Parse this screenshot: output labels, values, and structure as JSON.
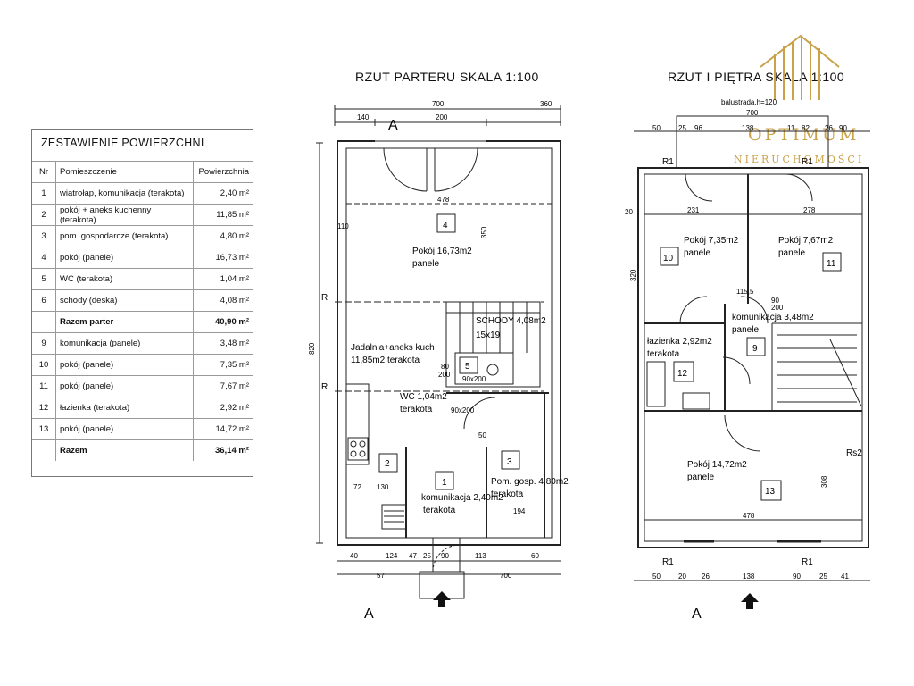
{
  "titles": {
    "ground": "RZUT PARTERU SKALA 1:100",
    "first": "RZUT I PIĘTRA SKALA 1:100"
  },
  "logo": {
    "name": "OPTIMUM",
    "sub": "NIERUCHOMOŚCI",
    "color": "#c9a24a"
  },
  "table": {
    "title": "ZESTAWIENIE POWIERZCHNI",
    "headers": {
      "nr": "Nr",
      "room": "Pomieszczenie",
      "area": "Powierzchnia"
    },
    "ground_rows": [
      {
        "nr": "1",
        "room": "wiatrołap, komunikacja (terakota)",
        "area": "2,40 m²"
      },
      {
        "nr": "2",
        "room": "pokój + aneks kuchenny (terakota)",
        "area": "11,85 m²"
      },
      {
        "nr": "3",
        "room": "pom. gospodarcze (terakota)",
        "area": "4,80 m²"
      },
      {
        "nr": "4",
        "room": "pokój (panele)",
        "area": "16,73 m²"
      },
      {
        "nr": "5",
        "room": "WC (terakota)",
        "area": "1,04 m²"
      },
      {
        "nr": "6",
        "room": "schody (deska)",
        "area": "4,08 m²"
      }
    ],
    "ground_total": {
      "label": "Razem parter",
      "area": "40,90 m²"
    },
    "first_rows": [
      {
        "nr": "9",
        "room": "komunikacja (panele)",
        "area": "3,48 m²"
      },
      {
        "nr": "10",
        "room": "pokój (panele)",
        "area": "7,35 m²"
      },
      {
        "nr": "11",
        "room": "pokój (panele)",
        "area": "7,67 m²"
      },
      {
        "nr": "12",
        "room": "łazienka (terakota)",
        "area": "2,92 m²"
      },
      {
        "nr": "13",
        "room": "pokój (panele)",
        "area": "14,72 m²"
      }
    ],
    "first_total": {
      "label": "Razem",
      "area": "36,14 m²"
    }
  },
  "ground_plan": {
    "rooms": {
      "r4_name": "Pokój 16,73m2",
      "r4_floor": "panele",
      "r4_nr": "4",
      "r2_name": "Jadalnia+aneks kuch",
      "r2_floor": "11,85m2 terakota",
      "r2_nr": "2",
      "r6_name": "SCHODY 4,08m2",
      "r6_steps": "15x19",
      "r5_name": "WC 1,04m2",
      "r5_floor": "terakota",
      "r5_nr": "5",
      "r3_name": "Pom. gosp. 4,80m2",
      "r3_floor": "terakota",
      "r3_nr": "3",
      "r1_name": "komunikacja 2,40m2",
      "r1_floor": "terakota",
      "r1_nr": "1"
    },
    "dims": {
      "top_total": "700",
      "top_a": "140",
      "top_b": "200",
      "top_c": "360",
      "inner_width": "478",
      "left_height": "820",
      "r4_height": "350",
      "d110": "110",
      "d72": "72",
      "d130": "130",
      "d50": "50",
      "d194": "194",
      "door_wc": "90x200",
      "door_wc2": "90x200",
      "d80": "80",
      "d200": "200",
      "bottom_total": "700",
      "b40": "40",
      "b124": "124",
      "b47": "47",
      "b25": "25",
      "b90": "90",
      "b113": "113",
      "b60": "60",
      "b57": "57"
    },
    "marks": {
      "r": "R",
      "section": "A"
    }
  },
  "first_plan": {
    "rooms": {
      "r10_name": "Pokój 7,35m2",
      "r10_floor": "panele",
      "r10_nr": "10",
      "r11_name": "Pokój 7,67m2",
      "r11_floor": "panele",
      "r11_nr": "11",
      "r9_name": "komunikacja 3,48m2",
      "r9_floor": "panele",
      "r9_nr": "9",
      "r12_name": "łazienka 2,92m2",
      "r12_floor": "terakota",
      "r12_nr": "12",
      "r13_name": "Pokój 14,72m2",
      "r13_floor": "panele",
      "r13_nr": "13"
    },
    "dims": {
      "balustrade": "balustrada,h=120",
      "top_total": "700",
      "t50": "50",
      "t25": "25",
      "t96": "96",
      "t138": "138",
      "t11": "11",
      "t82": "82",
      "t26": "26",
      "t90": "90",
      "w231": "231",
      "w278": "278",
      "d20": "20",
      "d320": "320",
      "d115": "115,5",
      "d90": "90",
      "d200": "200",
      "d478": "478",
      "d308": "308",
      "b50": "50",
      "b20": "20",
      "b26": "26",
      "b138": "138",
      "b90": "90",
      "b25": "25",
      "b41": "41"
    },
    "marks": {
      "r1": "R1",
      "rs2": "Rs2",
      "section": "A"
    }
  }
}
